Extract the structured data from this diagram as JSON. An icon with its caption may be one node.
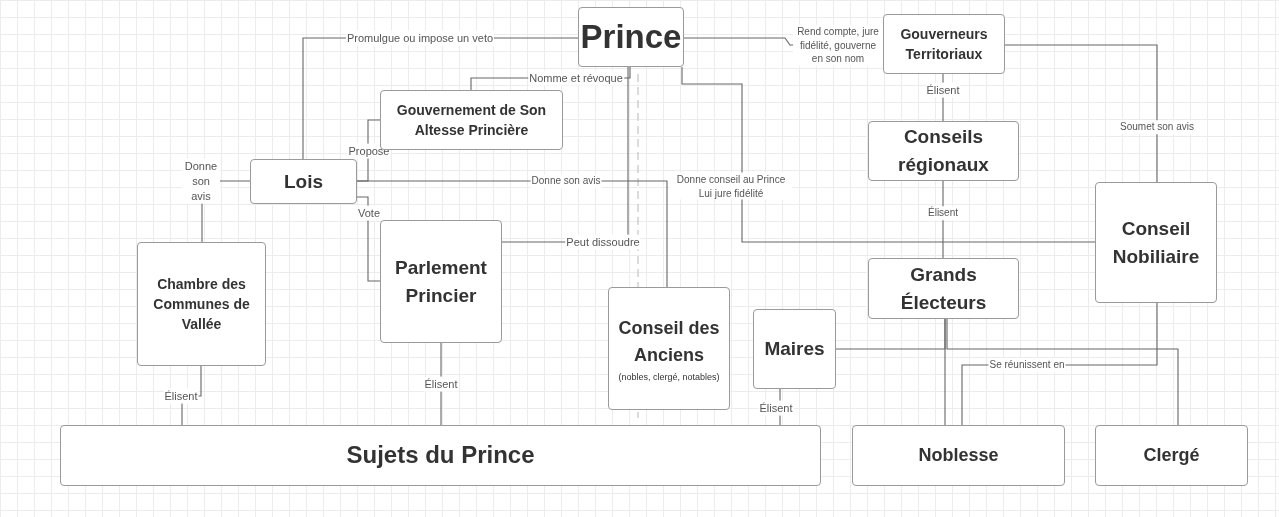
{
  "diagram": {
    "nodes": [
      {
        "text": [
          "Prince"
        ]
      },
      {
        "text": [
          "Gouverneurs Territoriaux"
        ]
      },
      {
        "text": [
          "Gouvernement de Son Altesse Princière"
        ]
      },
      {
        "text": [
          "Lois"
        ]
      },
      {
        "text": [
          "Conseils régionaux"
        ]
      },
      {
        "text": [
          "Conseil Nobiliaire"
        ]
      },
      {
        "text": [
          "Chambre des Communes de Vallée"
        ]
      },
      {
        "text": [
          "Parlement Princier"
        ]
      },
      {
        "text": [
          "Grands Électeurs"
        ]
      },
      {
        "text": [
          "Conseil des Anciens",
          "(nobles, clergé, notables)"
        ]
      },
      {
        "text": [
          "Maires"
        ]
      },
      {
        "text": [
          "Sujets du Prince"
        ]
      },
      {
        "text": [
          "Noblesse"
        ]
      },
      {
        "text": [
          "Clergé"
        ]
      }
    ],
    "edges": [
      {
        "from": 0,
        "to": 3,
        "arrow": "none",
        "label": "Promulgue ou impose un veto"
      },
      {
        "from": 0,
        "to": 1,
        "arrow": "none",
        "label": "Rend compte, jure fidélité, gouverne en son nom"
      },
      {
        "from": 0,
        "to": 2,
        "arrow": "none",
        "label": "Nomme et révoque"
      },
      {
        "from": 0,
        "to": 7,
        "arrow": "none",
        "label": "Peut dissoudre"
      },
      {
        "from": 0,
        "to": 5,
        "arrow": "none",
        "label": "Donne conseil au Prince Lui jure fidélité"
      },
      {
        "from": 2,
        "to": 3,
        "arrow": "none",
        "label": "Propose"
      },
      {
        "from": 3,
        "to": 7,
        "arrow": "none",
        "label": "Vote"
      },
      {
        "from": 3,
        "to": 9,
        "arrow": "none",
        "label": "Donne son avis"
      },
      {
        "from": 6,
        "to": 3,
        "arrow": "none",
        "label": "Donne son avis"
      },
      {
        "from": 11,
        "to": 6,
        "arrow": "none",
        "label": "Élisent"
      },
      {
        "from": 11,
        "to": 7,
        "arrow": "none",
        "label": "Élisent"
      },
      {
        "from": 11,
        "to": 10,
        "arrow": "none",
        "label": "Élisent"
      },
      {
        "from": 4,
        "to": 1,
        "arrow": "none",
        "label": "Élisent"
      },
      {
        "from": 8,
        "to": 4,
        "arrow": "none",
        "label": "Élisent"
      },
      {
        "from": 1,
        "to": 5,
        "arrow": "none",
        "label": "Soumet son avis"
      },
      {
        "from": 10,
        "to": 8,
        "arrow": "none"
      },
      {
        "from": 8,
        "to": 12,
        "arrow": "none"
      },
      {
        "from": 8,
        "to": 13,
        "arrow": "none"
      },
      {
        "from": 5,
        "to": 12,
        "arrow": "none",
        "label": "Se réunissent en"
      }
    ]
  }
}
